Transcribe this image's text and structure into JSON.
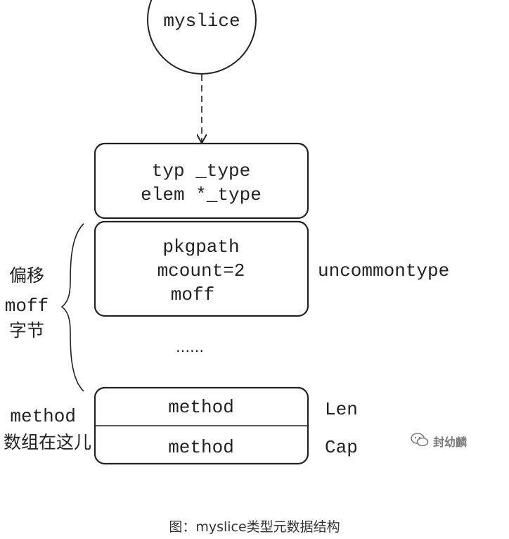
{
  "diagram": {
    "node_myslice": "myslice",
    "type_box": {
      "line1": "typ _type",
      "line2": "elem *_type"
    },
    "uncommon_box": {
      "line1": "pkgpath",
      "line2": "mcount=2",
      "line3": "moff"
    },
    "uncommon_label": "uncommontype",
    "offset_label": {
      "line1": "偏移",
      "line2": "moff",
      "line3": "字节"
    },
    "ellipsis": "……",
    "method_rows": [
      "method",
      "method"
    ],
    "len_label": "Len",
    "cap_label": "Cap",
    "method_array_label": {
      "line1": "method",
      "line2": "数组在这儿"
    }
  },
  "watermark": {
    "icon": "wechat-icon",
    "text": "封幼麟"
  },
  "caption": "图：myslice类型元数据结构",
  "colors": {
    "stroke": "#222222",
    "text": "#222222",
    "caption": "#333333",
    "watermark": "#7a7a7a"
  }
}
